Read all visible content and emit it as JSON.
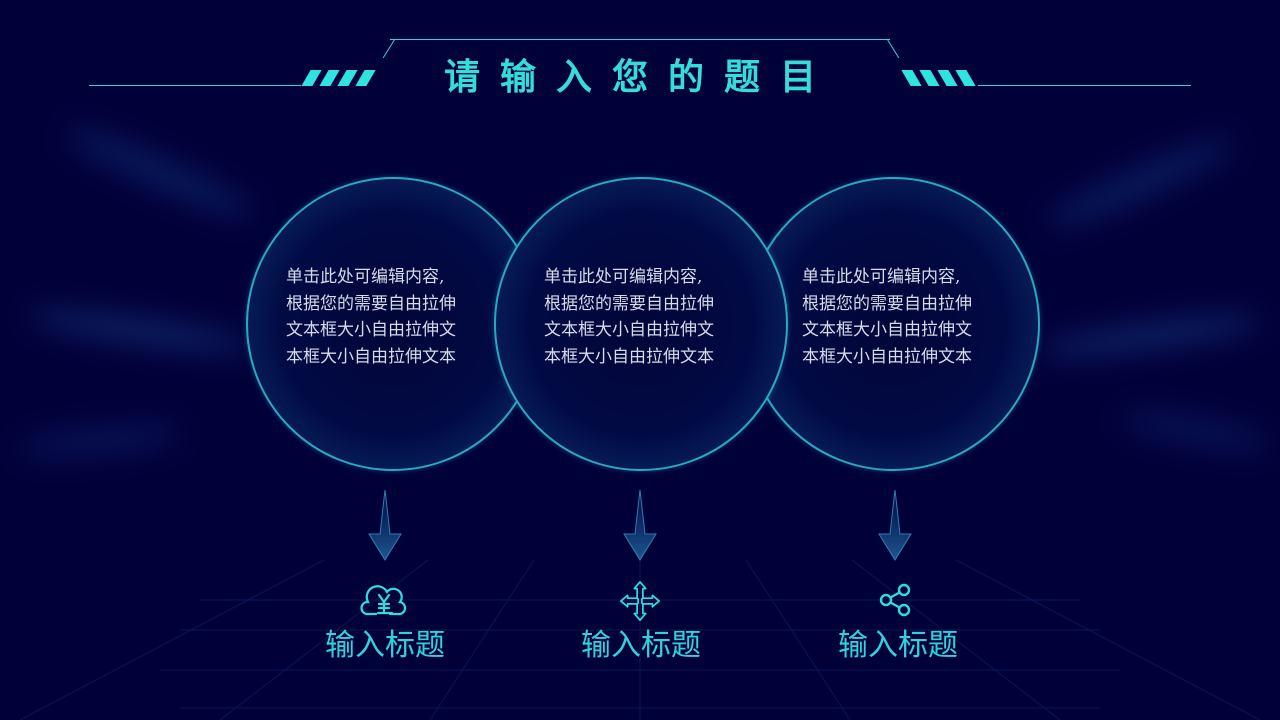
{
  "slide": {
    "title": "请输入您的题目",
    "colors": {
      "background": "#01013a",
      "accent": "#2fd3e6",
      "accent_bright": "#35dcdc",
      "circle_border": "#2aa8c0",
      "body_text": "#d6dbe8"
    }
  },
  "circles": [
    {
      "text_lines": [
        "单击此处可编辑内容,",
        "根据您的需要自由拉伸",
        "文本框大小自由拉伸文",
        "本框大小自由拉伸文本"
      ]
    },
    {
      "text_lines": [
        "单击此处可编辑内容,",
        "根据您的需要自由拉伸",
        "文本框大小自由拉伸文",
        "本框大小自由拉伸文本"
      ]
    },
    {
      "text_lines": [
        "单击此处可编辑内容,",
        "根据您的需要自由拉伸",
        "文本框大小自由拉伸文",
        "本框大小自由拉伸文本"
      ]
    }
  ],
  "items": [
    {
      "icon": "cloud-yen-icon",
      "label": "输入标题"
    },
    {
      "icon": "move-arrows-icon",
      "label": "输入标题"
    },
    {
      "icon": "share-icon",
      "label": "输入标题"
    }
  ]
}
